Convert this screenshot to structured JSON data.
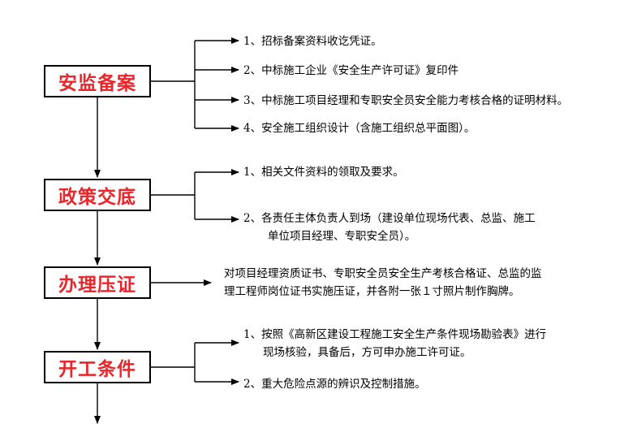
{
  "colors": {
    "step_text": "#e8262b",
    "line": "#000000"
  },
  "steps": [
    {
      "title": "安监备案",
      "items": [
        [
          "1、招标备案资料收讫凭证。"
        ],
        [
          "2、中标施工企业《安全生产许可证》复印件"
        ],
        [
          "3、中标施工项目经理和专职安全员安全能力考核合格的证明材料。"
        ],
        [
          "4、安全施工组织设计（含施工组织总平面图）。"
        ]
      ]
    },
    {
      "title": "政策交底",
      "items": [
        [
          "1、相关文件资料的领取及要求。"
        ],
        [
          "2、各责任主体负责人到场（建设单位现场代表、总监、施工",
          "单位项目经理、专职安全员）。"
        ]
      ]
    },
    {
      "title": "办理压证",
      "items": [
        [
          "对项目经理资质证书、专职安全员安全生产考核合格证、总监的监",
          "理工程师岗位证书实施压证，并各附一张１寸照片制作胸牌。"
        ]
      ]
    },
    {
      "title": "开工条件",
      "items": [
        [
          "1、按照《高新区建设工程施工安全生产条件现场勘验表》进行",
          "现场核验，具备后，方可申办施工许可证。"
        ],
        [
          "2、重大危险点源的辨识及控制措施。"
        ]
      ]
    }
  ]
}
